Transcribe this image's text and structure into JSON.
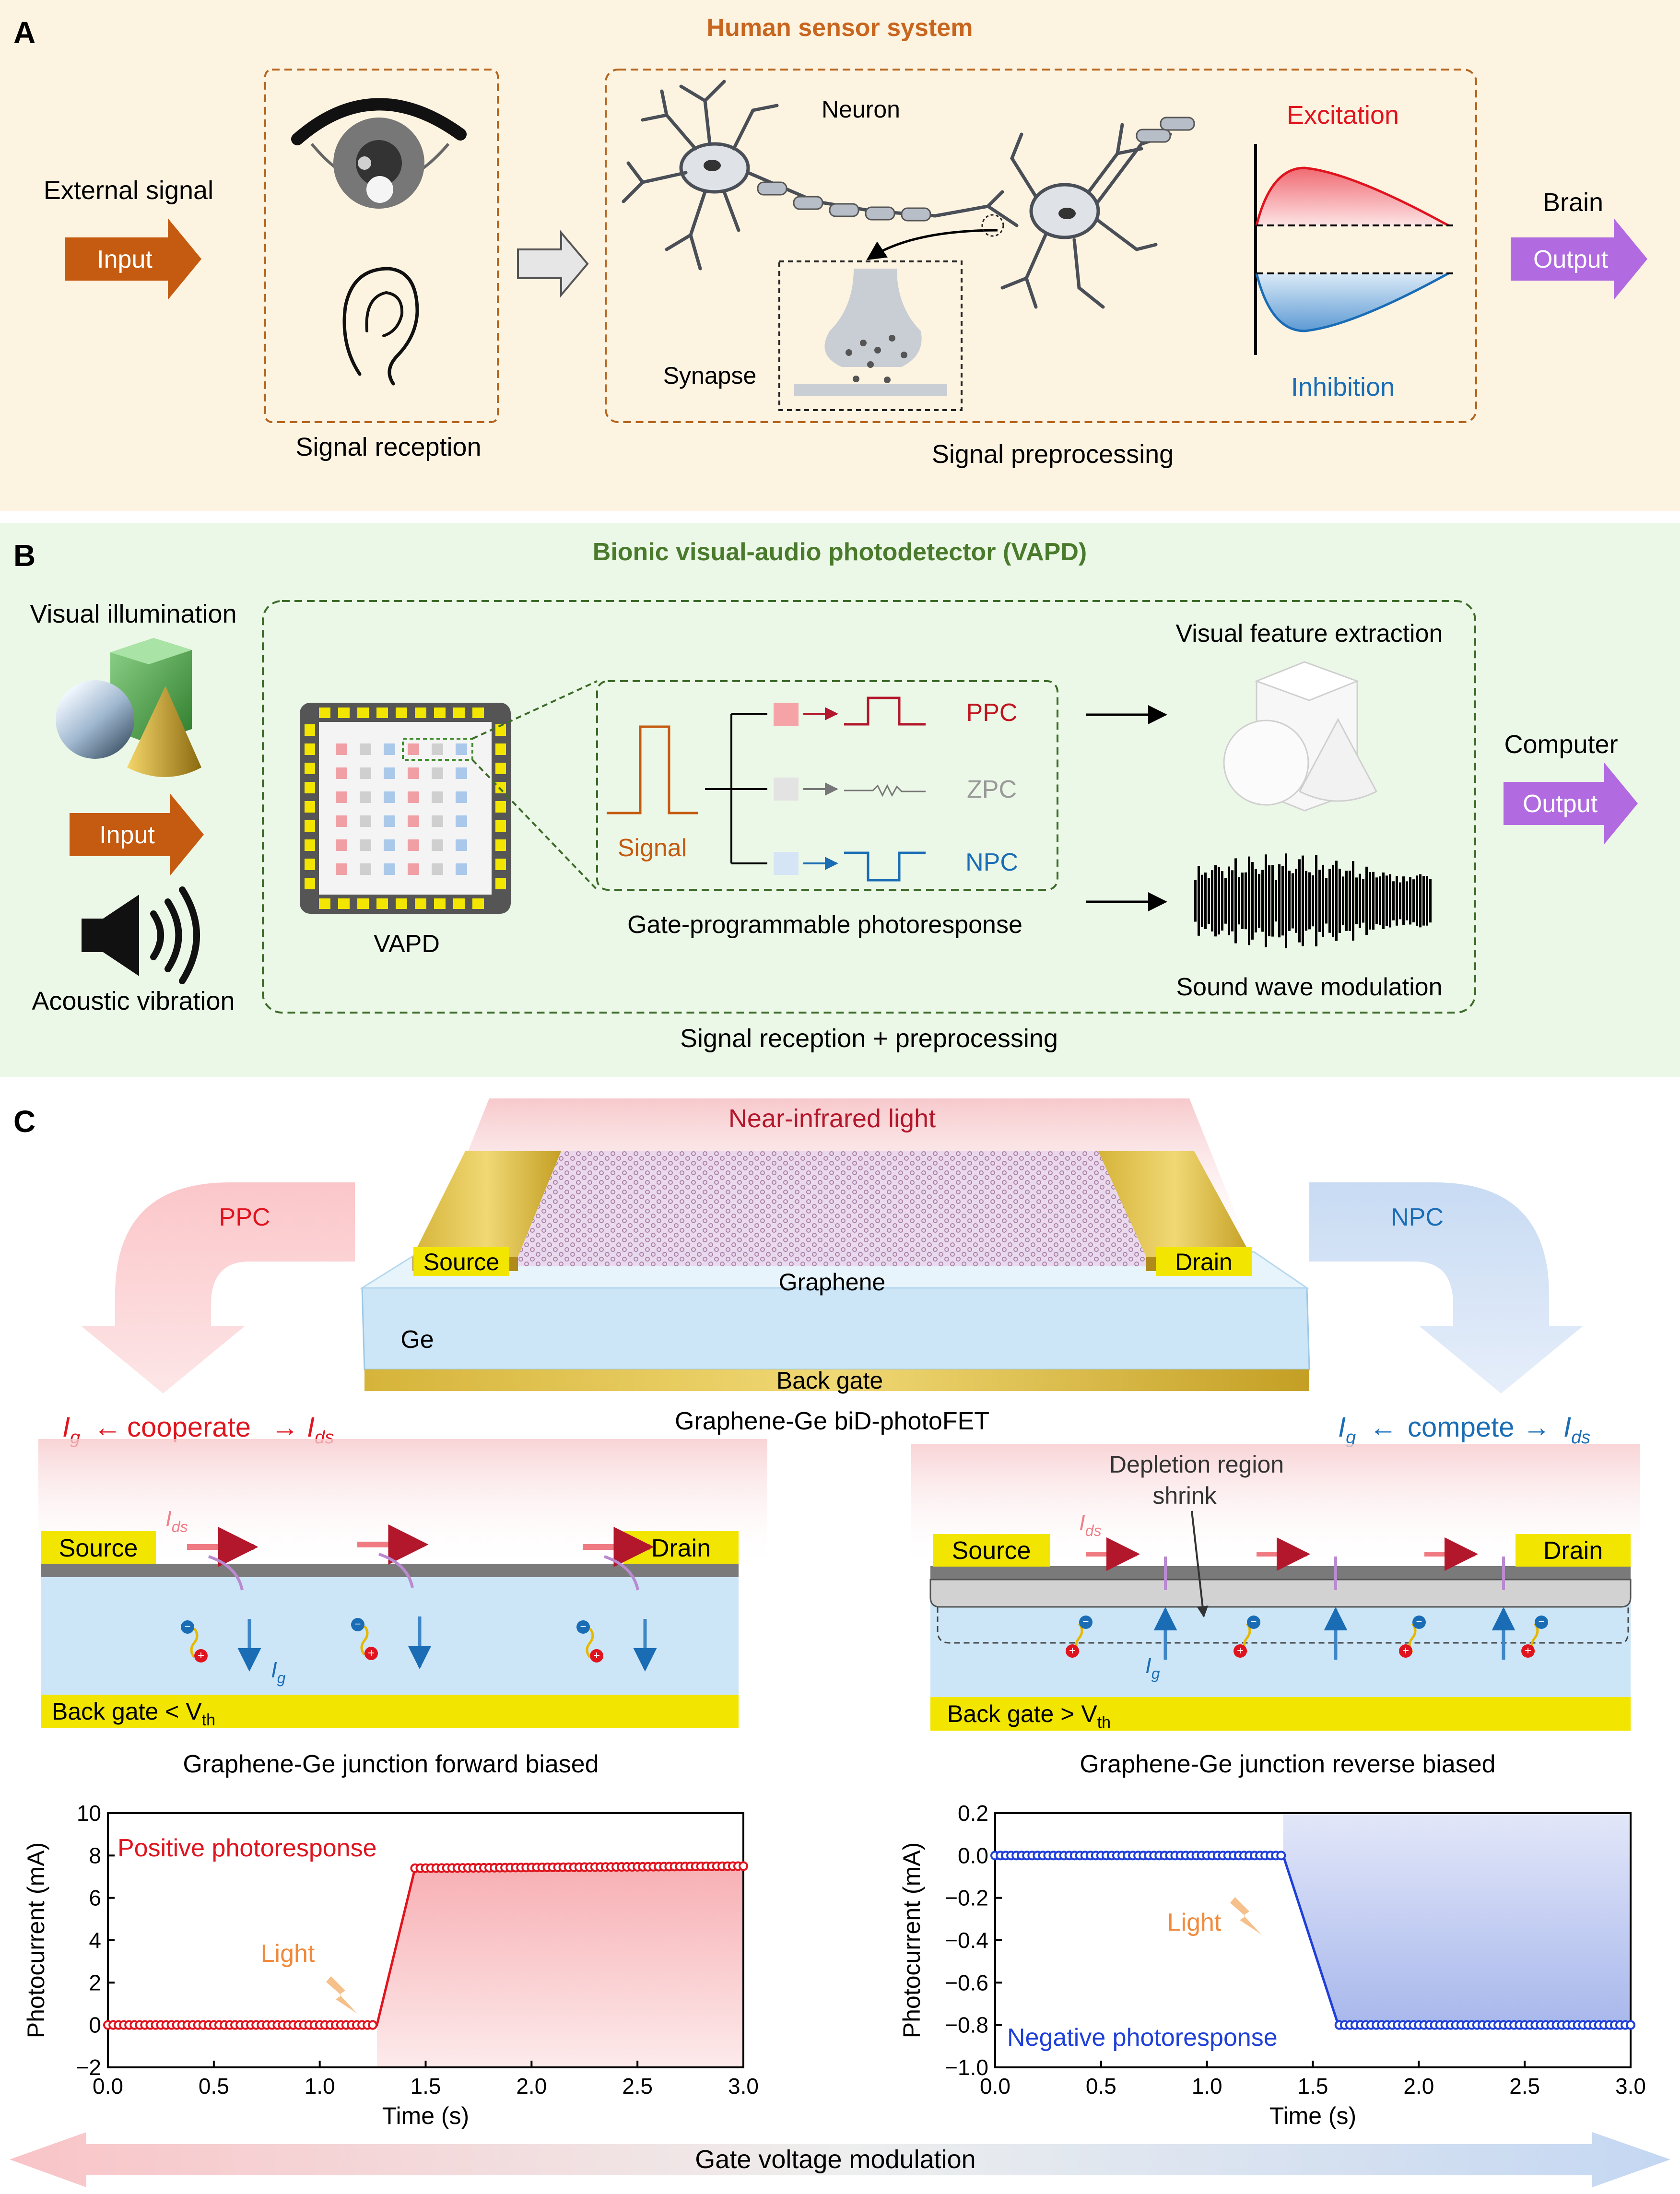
{
  "panelA": {
    "letter": "A",
    "title": "Human sensor system",
    "external_signal": "External signal",
    "input": "Input",
    "signal_reception": "Signal reception",
    "neuron": "Neuron",
    "synapse": "Synapse",
    "excitation": "Excitation",
    "inhibition": "Inhibition",
    "signal_preprocessing": "Signal preprocessing",
    "brain": "Brain",
    "output": "Output"
  },
  "panelB": {
    "letter": "B",
    "title": "Bionic visual-audio photodetector (VAPD)",
    "visual_illumination": "Visual illumination",
    "input": "Input",
    "acoustic_vibration": "Acoustic vibration",
    "vapd": "VAPD",
    "signal": "Signal",
    "ppc": "PPC",
    "zpc": "ZPC",
    "npc": "NPC",
    "gate_programmable": "Gate-programmable photoresponse",
    "visual_feature": "Visual feature extraction",
    "sound_wave": "Sound wave modulation",
    "computer": "Computer",
    "output": "Output",
    "reception_preprocessing": "Signal reception + preprocessing"
  },
  "panelC": {
    "letter": "C",
    "nir": "Near-infrared light",
    "ppc": "PPC",
    "npc": "NPC",
    "source": "Source",
    "drain": "Drain",
    "graphene": "Graphene",
    "ge": "Ge",
    "back_gate": "Back gate",
    "device_name": "Graphene-Ge biD-photoFET",
    "cooperate": "cooperate",
    "compete": "compete",
    "I": "I",
    "sub_g": "g",
    "sub_ds": "ds",
    "arrow_left": "←",
    "arrow_right": "→",
    "depletion_line1": "Depletion region",
    "depletion_line2": "shrink",
    "back_gate_lt": "Back gate < V",
    "back_gate_gt": "Back gate > V",
    "sub_th": "th",
    "forward_biased": "Graphene-Ge junction forward biased",
    "reverse_biased": "Graphene-Ge junction reverse biased",
    "gate_voltage_modulation": "Gate voltage modulation"
  },
  "colors": {
    "orange_title": "#c8661f",
    "green_title": "#4a7a2c",
    "red": "#e0141e",
    "blue": "#1a6db5",
    "input_arrow": "#c55a11",
    "output_arrow": "#b26ae0",
    "gold": "#e6c94a"
  },
  "chart_data": [
    {
      "type": "line",
      "xlabel": "Time (s)",
      "ylabel": "Photocurrent (mA)",
      "xlim": [
        0,
        3
      ],
      "ylim": [
        -2,
        10
      ],
      "xticks": [
        "0.0",
        "0.5",
        "1.0",
        "1.5",
        "2.0",
        "2.5",
        "3.0"
      ],
      "yticks": [
        "−2",
        "0",
        "2",
        "4",
        "6",
        "8",
        "10"
      ],
      "annotations": [
        "Positive photoresponse",
        "Light"
      ],
      "series": [
        {
          "color": "#e0141e",
          "x": [
            0,
            1.27,
            1.45,
            3.0
          ],
          "y": [
            0,
            0,
            7.4,
            7.5
          ]
        }
      ]
    },
    {
      "type": "line",
      "xlabel": "Time (s)",
      "ylabel": "Photocurrent (mA)",
      "xlim": [
        0,
        3
      ],
      "ylim": [
        -1.0,
        0.2
      ],
      "xticks": [
        "0.0",
        "0.5",
        "1.0",
        "1.5",
        "2.0",
        "2.5",
        "3.0"
      ],
      "yticks": [
        "−1.0",
        "−0.8",
        "−0.6",
        "−0.4",
        "−0.2",
        "0.0",
        "0.2"
      ],
      "annotations": [
        "Negative photoresponse",
        "Light"
      ],
      "series": [
        {
          "color": "#1f3fd8",
          "x": [
            0,
            1.36,
            1.62,
            3.0
          ],
          "y": [
            0,
            0,
            -0.8,
            -0.8
          ]
        }
      ]
    }
  ]
}
